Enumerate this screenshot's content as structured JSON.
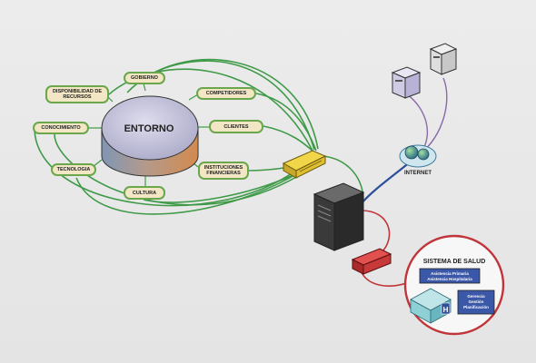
{
  "diagram": {
    "center": {
      "label": "ENTORNO"
    },
    "nodes": [
      {
        "id": "disponibilidad",
        "label": "DISPONIBILIDAD DE RECURSOS"
      },
      {
        "id": "gobierno",
        "label": "GOBIERNO"
      },
      {
        "id": "competidores",
        "label": "COMPETIDORES"
      },
      {
        "id": "conocimiento",
        "label": "CONOCIMIENTO"
      },
      {
        "id": "clientes",
        "label": "CLIENTES"
      },
      {
        "id": "tecnologia",
        "label": "TECNOLOGIA"
      },
      {
        "id": "instituciones",
        "label": "INSTITUCIONES FINANCIERAS"
      },
      {
        "id": "cultura",
        "label": "CULTURA"
      }
    ],
    "internet": {
      "label": "INTERNET"
    },
    "sistema": {
      "title": "SISTEMA DE SALUD",
      "box1_line1": "Asistencia Primaria",
      "box1_line2": "Asistencia Hospitalaria",
      "box2_line1": "Gerencia",
      "box2_line2": "Gestión",
      "box2_line3": "Planificación",
      "building_letter": "H"
    },
    "colors": {
      "green_wire": "#3f9a48",
      "blue_wire": "#2d4f9a",
      "red_wire": "#c0353a",
      "purple_wire": "#8a6aa8",
      "label_fill": "#f3e6c4",
      "label_border": "#6aa64c",
      "cylinder_top": "#c9c7dc",
      "cylinder_side": "#c98a55"
    }
  }
}
